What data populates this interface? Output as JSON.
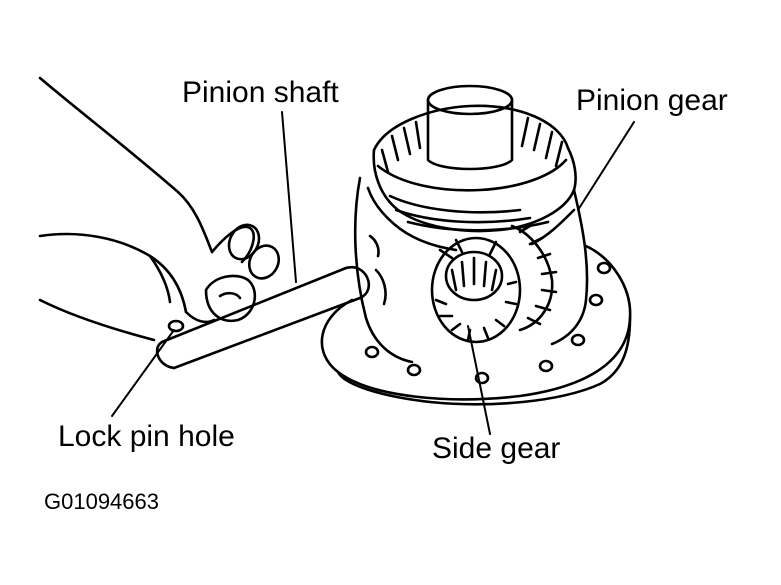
{
  "labels": {
    "pinion_shaft": "Pinion shaft",
    "pinion_gear": "Pinion gear",
    "lock_pin_hole": "Lock pin hole",
    "side_gear": "Side gear"
  },
  "figure_code": "G01094663",
  "colors": {
    "ink": "#000000",
    "paper": "#ffffff"
  }
}
